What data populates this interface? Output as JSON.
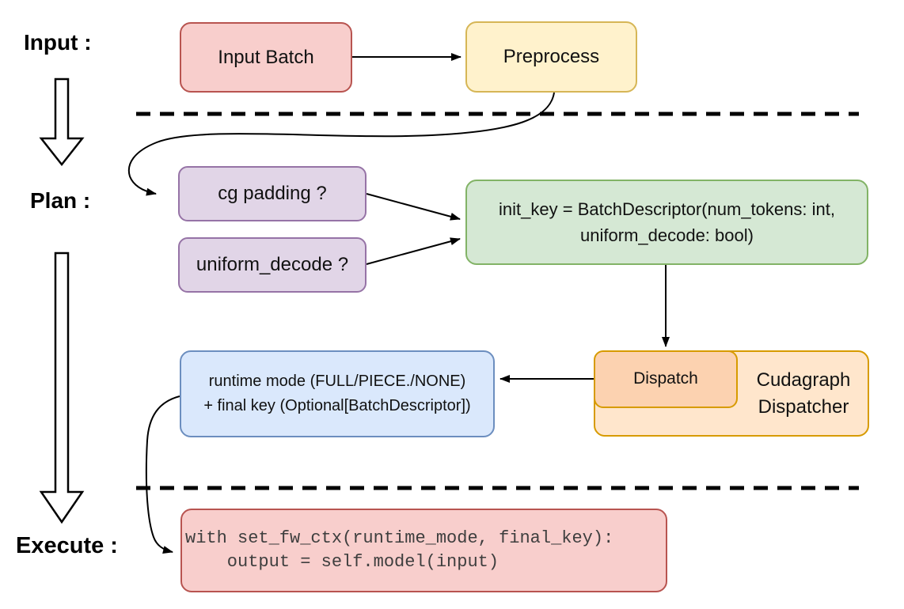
{
  "diagram": {
    "section_labels": {
      "input": "Input :",
      "plan": "Plan :",
      "execute": "Execute :"
    },
    "nodes": {
      "input_batch": {
        "label": "Input Batch",
        "fill": "#f8cecc",
        "stroke": "#b85450"
      },
      "preprocess": {
        "label": "Preprocess",
        "fill": "#fff2cc",
        "stroke": "#d6b656"
      },
      "cg_padding": {
        "label": "cg padding ?",
        "fill": "#e1d5e7",
        "stroke": "#9673a6"
      },
      "uniform_decode": {
        "label": "uniform_decode ?",
        "fill": "#e1d5e7",
        "stroke": "#9673a6"
      },
      "init_key": {
        "line1": "init_key = BatchDescriptor(num_tokens: int,",
        "line2": "uniform_decode: bool)",
        "fill": "#d5e8d4",
        "stroke": "#82b366"
      },
      "dispatch": {
        "label": "Dispatch",
        "fill": "#fcd2b0",
        "stroke": "#d79b00"
      },
      "cudagraph_dispatcher": {
        "line1": "Cudagraph",
        "line2": "Dispatcher",
        "fill": "#ffe6cc",
        "stroke": "#d79b00"
      },
      "runtime_mode": {
        "line1": "runtime mode (FULL/PIECE./NONE)",
        "line2": "+ final key (Optional[BatchDescriptor])",
        "fill": "#dae8fc",
        "stroke": "#6c8ebf"
      },
      "execute_code": {
        "line1": "with set_fw_ctx(runtime_mode, final_key):",
        "line2": "    output = self.model(input)",
        "fill": "#f8cecc",
        "stroke": "#b85450"
      }
    },
    "connector_color": "#000000",
    "flow_arrow_fill": "#ffffff"
  }
}
